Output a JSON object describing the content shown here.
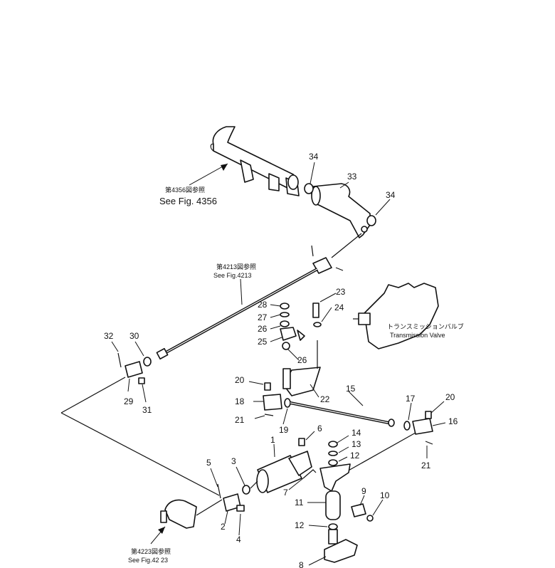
{
  "references": {
    "fig4356_jp": "第4356図参照",
    "fig4356_en": "See Fig. 4356",
    "fig4213_jp": "第4213図参照",
    "fig4213_en": "See Fig.4213",
    "fig4223_jp": "第4223図参照",
    "fig4223_en": "See Fig.42 23",
    "valve_jp": "トランスミッションバルブ",
    "valve_en": "Transmission Valve"
  },
  "callouts": {
    "n1": "1",
    "n2": "2",
    "n3": "3",
    "n4": "4",
    "n5": "5",
    "n6": "6",
    "n7": "7",
    "n8": "8",
    "n9": "9",
    "n10": "10",
    "n11": "11",
    "n12a": "12",
    "n12b": "12",
    "n13": "13",
    "n14": "14",
    "n15": "15",
    "n16": "16",
    "n17": "17",
    "n18": "18",
    "n19": "19",
    "n20a": "20",
    "n20b": "20",
    "n21a": "21",
    "n21b": "21",
    "n22": "22",
    "n23": "23",
    "n24": "24",
    "n25": "25",
    "n26a": "26",
    "n26b": "26",
    "n27": "27",
    "n28": "28",
    "n29": "29",
    "n30": "30",
    "n31": "31",
    "n32": "32",
    "n33": "33",
    "n34a": "34",
    "n34b": "34"
  }
}
